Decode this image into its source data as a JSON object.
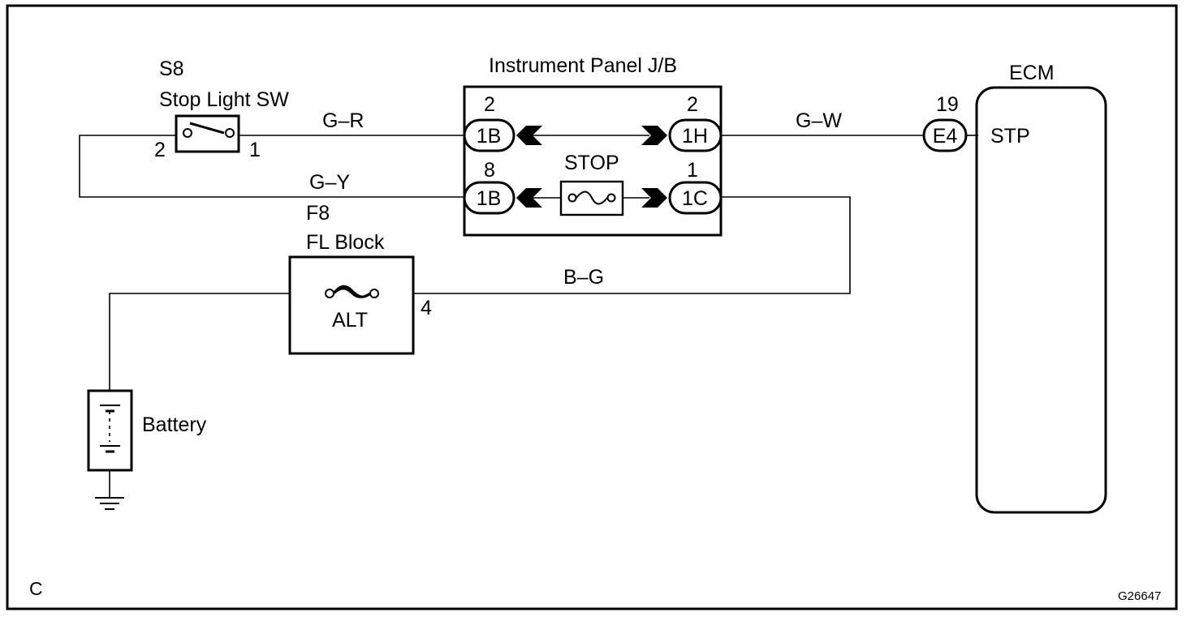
{
  "corner_label": "C",
  "figure_id": "G26647",
  "stop_light_switch": {
    "code": "S8",
    "name": "Stop Light SW",
    "pin_left": "2",
    "pin_right": "1"
  },
  "junction_block": {
    "title": "Instrument Panel J/B",
    "fuse_label": "STOP",
    "connectors": [
      {
        "pin": "2",
        "label": "1B"
      },
      {
        "pin": "2",
        "label": "1H"
      },
      {
        "pin": "8",
        "label": "1B"
      },
      {
        "pin": "1",
        "label": "1C"
      }
    ]
  },
  "fl_block": {
    "code": "F8",
    "name": "FL Block",
    "fuse_label": "ALT",
    "pin": "4"
  },
  "ecm": {
    "title": "ECM",
    "connector": "E4",
    "pin": "19",
    "terminal": "STP"
  },
  "battery": {
    "label": "Battery"
  },
  "wires": {
    "switch_to_jb": "G–R",
    "jb_to_ecm": "G–W",
    "switch_to_jb_lower": "G–Y",
    "fl_to_jb": "B–G"
  }
}
